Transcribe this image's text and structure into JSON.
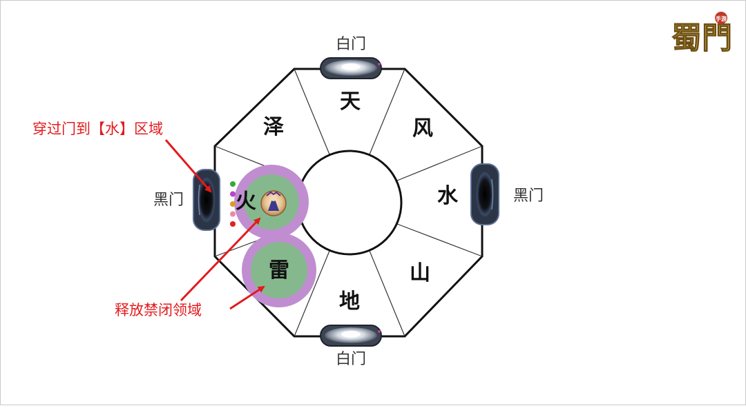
{
  "colors": {
    "annotation": "#e31a1c",
    "domain_fill": "#86b88e",
    "domain_ring": "#c08dd0",
    "outline": "#111111"
  },
  "gates": {
    "top": "白门",
    "bottom": "白门",
    "left": "黑门",
    "right": "黑门"
  },
  "trigrams": {
    "qian": "天",
    "xun": "风",
    "kan": "水",
    "gen": "山",
    "kun": "地",
    "zhen": "雷",
    "li": "火",
    "dui": "泽"
  },
  "annotations": {
    "pass_gate": "穿过门到【水】区域",
    "release_domain": "释放禁闭领域"
  },
  "buff_dots": [
    "#33aa33",
    "#bb44cc",
    "#d4a020",
    "#e88aa8",
    "#dd2222"
  ],
  "logo": {
    "main": "蜀門",
    "seal": "手游"
  },
  "icons": {
    "white_gate": "portal-white-icon",
    "black_gate": "portal-black-icon",
    "player": "character-avatar-icon"
  }
}
